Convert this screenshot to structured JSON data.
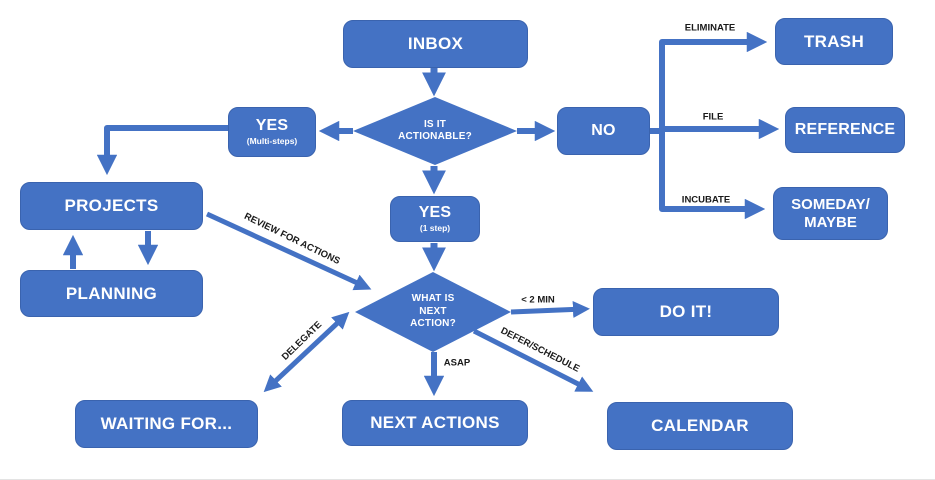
{
  "colors": {
    "shape_fill": "#4472C4",
    "shape_border": "#3A63AE",
    "shape_text": "#FFFFFF",
    "connector": "#4472C4",
    "edge_label_text": "#1A1A1A",
    "background": "#FFFFFF"
  },
  "nodes": {
    "inbox": {
      "label": "INBOX"
    },
    "is_it_actionable": {
      "line1": "IS IT",
      "line2": "ACTIONABLE?"
    },
    "yes_multi": {
      "label": "YES",
      "sublabel": "(Multi-steps)"
    },
    "no": {
      "label": "NO"
    },
    "trash": {
      "label": "TRASH"
    },
    "reference": {
      "label": "REFERENCE"
    },
    "someday_maybe": {
      "line1": "SOMEDAY/",
      "line2": "MAYBE"
    },
    "projects": {
      "label": "PROJECTS"
    },
    "planning": {
      "label": "PLANNING"
    },
    "yes_one_step": {
      "label": "YES",
      "sublabel": "(1 step)"
    },
    "what_is_next_action": {
      "line1": "WHAT IS",
      "line2": "NEXT",
      "line3": "ACTION?"
    },
    "do_it": {
      "label": "DO IT!"
    },
    "waiting_for": {
      "label": "WAITING FOR..."
    },
    "next_actions": {
      "label": "NEXT ACTIONS"
    },
    "calendar": {
      "label": "CALENDAR"
    }
  },
  "edge_labels": {
    "eliminate": "ELIMINATE",
    "file": "FILE",
    "incubate": "INCUBATE",
    "review_for_actions": "REVIEW FOR ACTIONS",
    "less_than_2_min": "< 2 MIN",
    "delegate": "DELEGATE",
    "asap": "ASAP",
    "defer_schedule": "DEFER/SCHEDULE"
  }
}
